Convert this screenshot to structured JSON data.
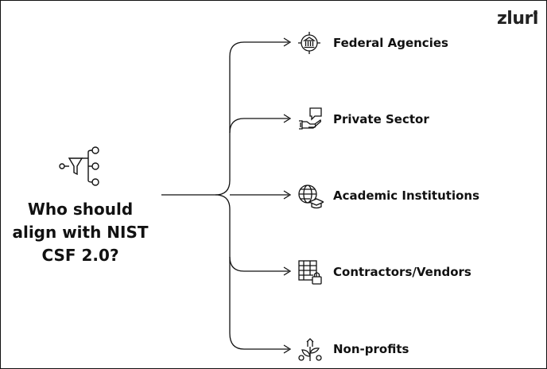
{
  "brand": {
    "logo": "zluri"
  },
  "center": {
    "question": "Who should align with NIST CSF 2.0?",
    "icon": "funnel-network-icon"
  },
  "branches": [
    {
      "label": "Federal Agencies",
      "icon": "bank-target-icon"
    },
    {
      "label": "Private Sector",
      "icon": "handshake-chat-icon"
    },
    {
      "label": "Academic Institutions",
      "icon": "globe-graduation-cap-icon"
    },
    {
      "label": "Contractors/Vendors",
      "icon": "table-lock-icon"
    },
    {
      "label": "Non-profits",
      "icon": "plant-growth-icon"
    }
  ],
  "colors": {
    "line": "#111111",
    "text": "#111111"
  }
}
